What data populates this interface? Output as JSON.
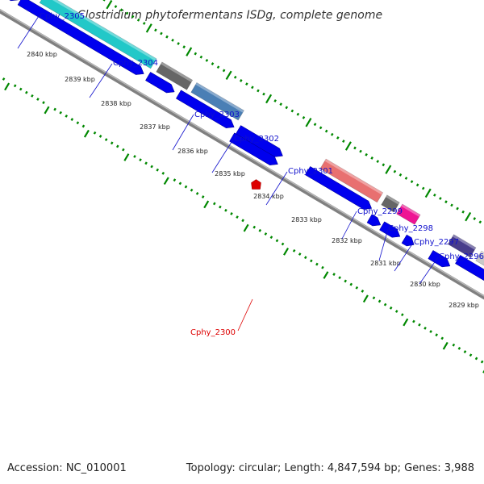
{
  "title": "Clostridium phytofermentans ISDg, complete genome",
  "footer": {
    "accession": "Accession: NC_010001",
    "summary": "Topology: circular; Length: 4,847,594 bp; Genes: 3,988"
  },
  "scale_labels": [
    "2840 kbp",
    "2839 kbp",
    "2838 kbp",
    "2837 kbp",
    "2836 kbp",
    "2835 kbp",
    "2834 kbp",
    "2833 kbp",
    "2832 kbp",
    "2831 kbp",
    "2830 kbp",
    "2829 kbp"
  ],
  "gene_labels": [
    "Cphy_2305",
    "Cphy_2304",
    "Cphy_2303",
    "Cphy_2302",
    "Cphy_2301",
    "Cphy_2300",
    "Cphy_2299",
    "Cphy_2298",
    "Cphy_2297",
    "Cphy_2296"
  ],
  "colors": {
    "label_blue": "#1010cc",
    "label_red": "#dd0000",
    "gene_blue": "#0000ee",
    "scale_green": "#008800",
    "backbone": "#808080",
    "cyan": "#22c8c8",
    "gray": "#666666",
    "steel": "#4a7fb5",
    "salmon": "#e87070",
    "pink": "#ee1493",
    "slate": "#483d8b",
    "silver": "#c8c8c8"
  }
}
